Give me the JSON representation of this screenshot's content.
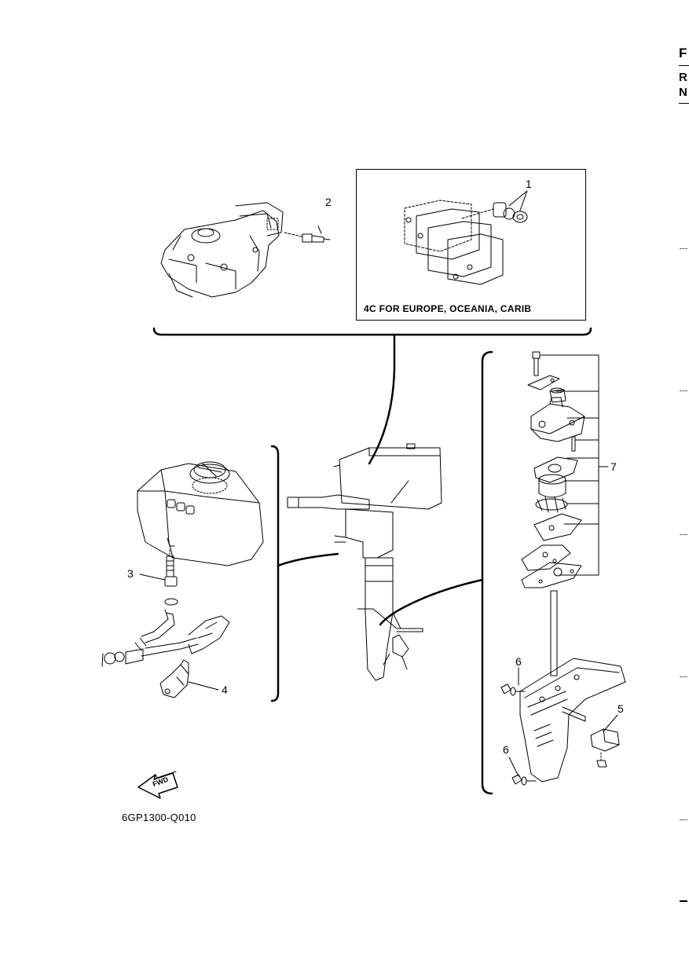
{
  "header": {
    "letters": [
      "F",
      "R",
      "N"
    ]
  },
  "inset_note": "4C FOR EUROPE, OCEANIA, CARIB",
  "figure_code": "6GP1300-Q010",
  "fwd_label": "FWD",
  "callouts": [
    "1",
    "2",
    "3",
    "4",
    "5",
    "6",
    "6",
    "7"
  ]
}
